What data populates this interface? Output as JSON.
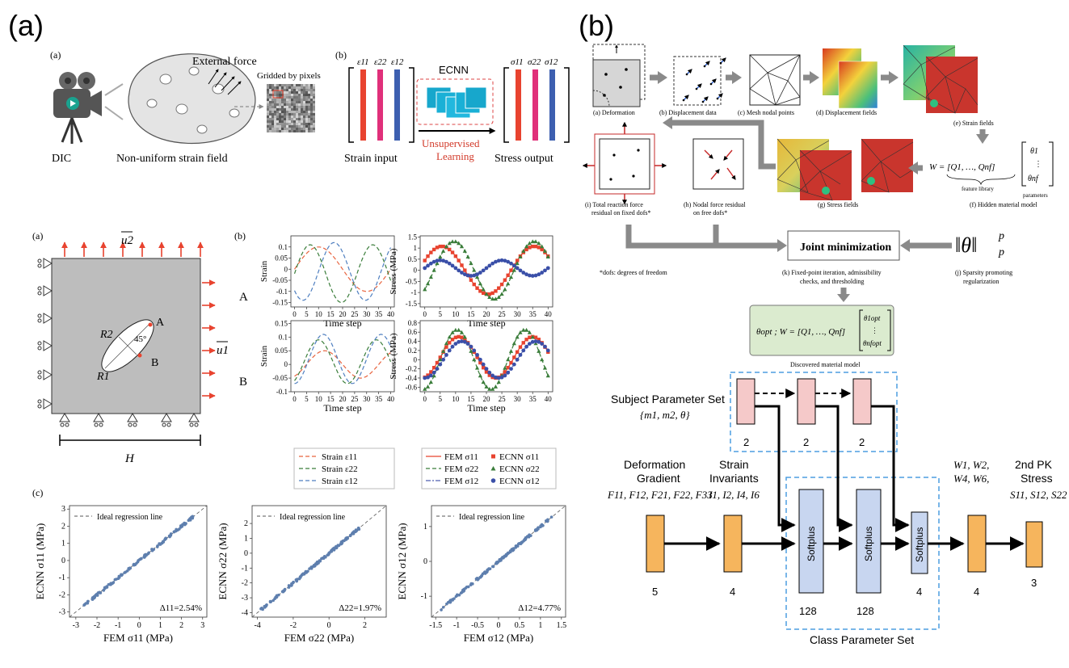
{
  "panel_a": {
    "letter": "(a)",
    "top": {
      "sub_a": "(a)",
      "sub_b": "(b)",
      "external_force": "External force",
      "gridded": "Gridded by pixels",
      "dic": "DIC",
      "nonuniform": "Non-uniform strain field",
      "strain_syms": [
        "ε11",
        "ε22",
        "ε12"
      ],
      "stress_syms": [
        "σ11",
        "σ22",
        "σ12"
      ],
      "ecnn": "ECNN",
      "unsup_1": "Unsupervised",
      "unsup_2": "Learning",
      "strain_input": "Strain input",
      "stress_output": "Stress output"
    },
    "specimen": {
      "sub": "(a)",
      "u2": "u2",
      "u1": "u1",
      "r1": "R1",
      "r2": "R2",
      "a": "A",
      "b": "B",
      "angle": "45°",
      "h": "H"
    },
    "plots": {
      "sub": "(b)",
      "row_a": "A",
      "row_b": "B",
      "strain_label": "Strain",
      "stress_label": "Stress (MPa)",
      "time_label": "Time step",
      "legend_left": [
        "Strain ε11",
        "Strain ε22",
        "Strain ε12"
      ],
      "legend_fem": [
        "FEM σ11",
        "FEM σ22",
        "FEM σ12"
      ],
      "legend_ecnn": [
        "ECNN σ11",
        "ECNN σ22",
        "ECNN σ12"
      ]
    },
    "regression": {
      "sub": "(c)",
      "ideal": "Ideal regression line",
      "panels": [
        {
          "xlabel": "FEM σ11 (MPa)",
          "ylabel": "ECNN σ11 (MPa)",
          "delta": "Δ11=2.54%",
          "xlim": [
            -3.3,
            3.2
          ],
          "ylim": [
            -3.3,
            3.2
          ],
          "xt": [
            -3,
            -2,
            -1,
            0,
            1,
            2,
            3
          ],
          "yt": [
            -3,
            -2,
            -1,
            0,
            1,
            2,
            3
          ]
        },
        {
          "xlabel": "FEM σ22 (MPa)",
          "ylabel": "ECNN σ22 (MPa)",
          "delta": "Δ22=1.97%",
          "xlim": [
            -4.3,
            3.2
          ],
          "ylim": [
            -4.3,
            3.2
          ],
          "xt": [
            -4,
            -2,
            0,
            2
          ],
          "yt": [
            -4,
            -3,
            -2,
            -1,
            0,
            1,
            2
          ]
        },
        {
          "xlabel": "FEM σ12 (MPa)",
          "ylabel": "ECNN σ12 (MPa)",
          "delta": "Δ12=4.77%",
          "xlim": [
            -1.6,
            1.6
          ],
          "ylim": [
            -1.6,
            1.6
          ],
          "xt": [
            -1.5,
            -1.0,
            -0.5,
            0.0,
            0.5,
            1.0,
            1.5
          ],
          "yt": [
            -1,
            0,
            1
          ]
        }
      ]
    }
  },
  "panel_b": {
    "letter": "(b)",
    "euclid": {
      "steps": [
        "(a) Deformation",
        "(b) Displacement data",
        "(c) Mesh nodal points",
        "(d) Displacement fields",
        "(e) Strain fields"
      ],
      "i_1": "(i) Total reaction force",
      "i_2": "residual on fixed dofs*",
      "h_1": "(h) Nodal force residual",
      "h_2": "on free dofs*",
      "g": "(g) Stress fields",
      "f": "(f) Hidden material model",
      "w_eq": "W = [Q1, …, Qnf]",
      "feature_library": "feature library",
      "theta": [
        "θ1",
        "⋮",
        "θnf"
      ],
      "parameters": "parameters",
      "dofs_note": "*dofs: degrees of freedom",
      "joint": "Joint minimization",
      "k_1": "(k) Fixed-point iteration, admissibility",
      "k_2": "checks, and thresholding",
      "norm": "‖θ‖",
      "norm_p": "p",
      "j_1": "(j) Sparsity promoting",
      "j_2": "regularization",
      "opt_eq": "θopt ;  W = [Q1, …, Qnf]",
      "opt_theta": [
        "θ1opt",
        "⋮",
        "θnfopt"
      ],
      "discovered": "Discovered material model"
    },
    "network": {
      "subject_label": "Subject Parameter Set",
      "subject_set": "{m1, m2, θ}",
      "subject_dims": [
        "2",
        "2",
        "2"
      ],
      "deform_1": "Deformation",
      "deform_2": "Gradient",
      "deform_vars": "F11, F12, F21, F22, F33",
      "inv_1": "Strain",
      "inv_2": "Invariants",
      "inv_vars": "I1, I2, I4, I6",
      "w_1": "W1, W2,",
      "w_2": "W4, W6,",
      "pk_1": "2nd PK",
      "pk_2": "Stress",
      "pk_vars": "S11, S12, S22",
      "softplus": "Softplus",
      "dims": [
        "5",
        "4",
        "128",
        "128",
        "4",
        "4",
        "3"
      ],
      "class_label": "Class Parameter Set"
    }
  },
  "colors": {
    "red": "#e8432f",
    "green": "#3a7d3a",
    "blue": "#4f7fc0",
    "orange": "#f6b55d",
    "pink": "#f5c9c9",
    "lightblue": "#c8d6f0",
    "teal": "#18a0c8",
    "dashblue": "#4d9de0"
  }
}
